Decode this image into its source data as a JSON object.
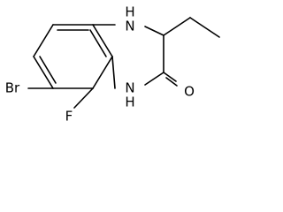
{
  "structure": {
    "atoms": {
      "N_top": "H\nN",
      "N_bottom": "N\nH",
      "oxygen": "O",
      "bromine": "Br",
      "fluorine": "F"
    }
  },
  "colors": {
    "bond": "#000000",
    "label": "#000000",
    "background": "#ffffff"
  }
}
